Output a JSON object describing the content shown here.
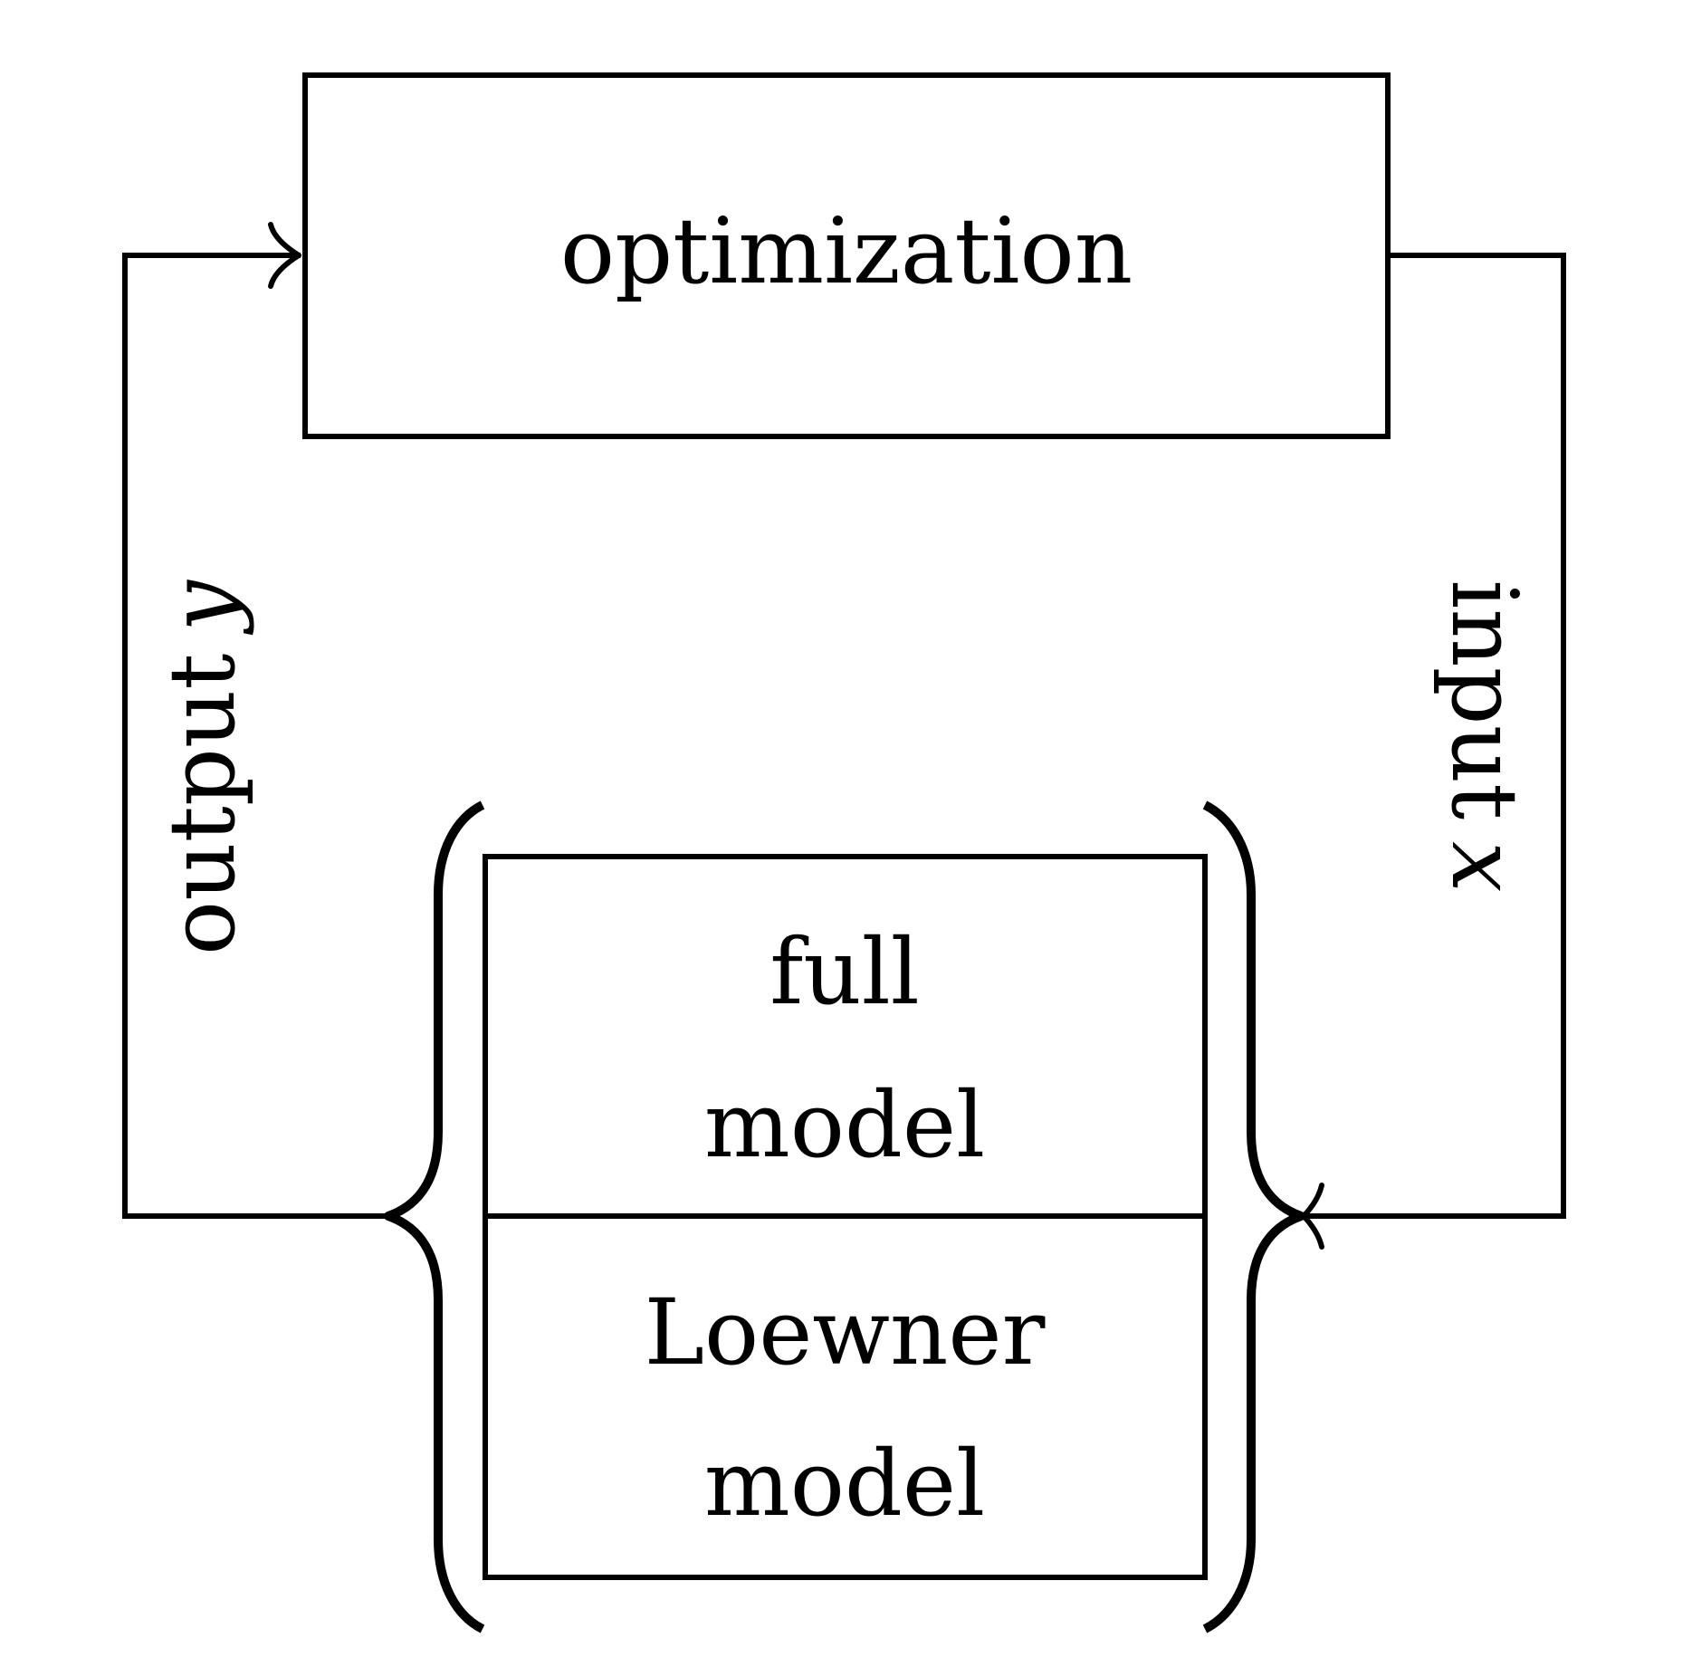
{
  "diagram": {
    "optimization_box": {
      "label": "optimization"
    },
    "model_box": {
      "full_model": {
        "line1": "full",
        "line2": "model"
      },
      "loewner_model": {
        "line1": "Loewner",
        "line2": "model"
      }
    },
    "left_edge": {
      "word": "output",
      "variable": "y"
    },
    "right_edge": {
      "word": "input",
      "variable": "x"
    },
    "stroke_color": "#000000",
    "background_color": "#ffffff"
  }
}
